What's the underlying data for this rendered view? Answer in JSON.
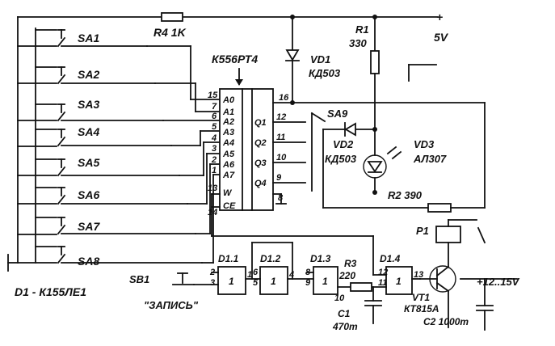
{
  "switches": [
    {
      "ref": "SA1"
    },
    {
      "ref": "SA2"
    },
    {
      "ref": "SA3"
    },
    {
      "ref": "SA4"
    },
    {
      "ref": "SA5"
    },
    {
      "ref": "SA6"
    },
    {
      "ref": "SA7"
    },
    {
      "ref": "SA8"
    }
  ],
  "resistors": {
    "r4": "R4 1K",
    "r1_ref": "R1",
    "r1_val": "330",
    "r2": "R2 390",
    "r3_ref": "R3",
    "r3_val": "220"
  },
  "supply": {
    "plus": "+",
    "v5": "5V",
    "v12": "+12..15V"
  },
  "rom": {
    "part": "К556РТ4",
    "addr_pins": [
      "A0",
      "A1",
      "A2",
      "A3",
      "A4",
      "A5",
      "A6",
      "A7"
    ],
    "addr_nums": [
      "15",
      "7",
      "6",
      "5",
      "4",
      "3",
      "2",
      "1"
    ],
    "ctrl_pins": [
      "W",
      "CE"
    ],
    "ctrl_nums": [
      "13",
      "14"
    ],
    "out_pins": [
      "Q1",
      "Q2",
      "Q3",
      "Q4"
    ],
    "out_nums": [
      "12",
      "11",
      "10",
      "9"
    ],
    "vcc_pin": "16",
    "gnd_pin": "8"
  },
  "diodes": {
    "vd1_ref": "VD1",
    "vd1_part": "КД503",
    "vd2_ref": "VD2",
    "vd2_part": "КД503",
    "vd3_ref": "VD3",
    "vd3_part": "АЛ307"
  },
  "sa9": "SA9",
  "sb1": "SB1",
  "sb1_caption": "\"ЗАПИСЬ\"",
  "gates": {
    "g1_ref": "D1.1",
    "g2_ref": "D1.2",
    "g3_ref": "D1.3",
    "g4_ref": "D1.4",
    "symbol": "1",
    "g1_pins": [
      "2",
      "3",
      "1"
    ],
    "g2_pins": [
      "6",
      "5",
      "4"
    ],
    "g3_pins": [
      "8",
      "9",
      "10"
    ],
    "g4_pins": [
      "12",
      "11",
      "13"
    ]
  },
  "capacitors": {
    "c1_ref": "C1",
    "c1_val": "470m",
    "c2": "C2 1000m"
  },
  "transistor": {
    "ref": "VT1",
    "part": "КТ815А"
  },
  "relay": "P1",
  "d1_note": "D1 - К155ЛЕ1"
}
